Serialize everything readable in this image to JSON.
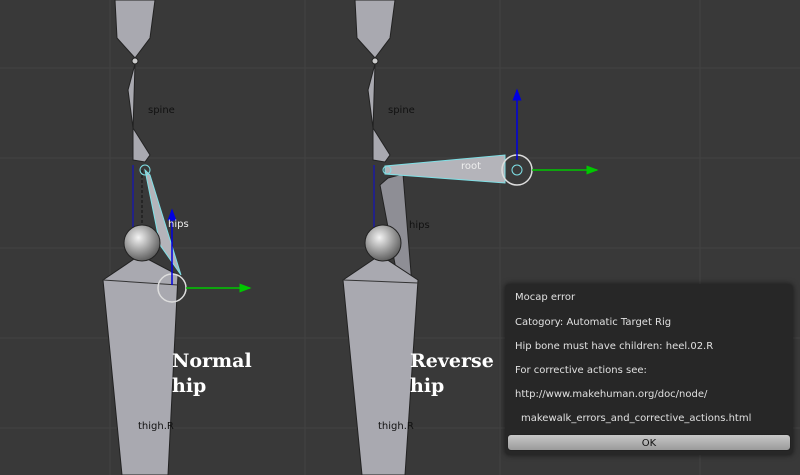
{
  "viewport": {
    "bone_labels": {
      "spine_left": "spine",
      "hips_left": "hips",
      "thigh_left": "thigh.R",
      "spine_right": "spine",
      "root_right": "root",
      "hips_right": "hips",
      "thigh_right": "thigh.R"
    },
    "captions": {
      "left_line1": "Normal",
      "left_line2": "hip",
      "right_line1": "Reverse",
      "right_line2": "hip"
    },
    "colors": {
      "background": "#393939",
      "bone": "#a9a9b0",
      "selected_outline": "#7fe0e6",
      "x_axis": "#00c800",
      "z_axis": "#0000e0"
    }
  },
  "dialog": {
    "title": "Mocap error",
    "lines": [
      "Catogory: Automatic Target Rig",
      "Hip bone must have children: heel.02.R",
      "For corrective actions see:",
      "http://www.makehuman.org/doc/node/",
      "makewalk_errors_and_corrective_actions.html"
    ],
    "ok_label": "OK"
  }
}
